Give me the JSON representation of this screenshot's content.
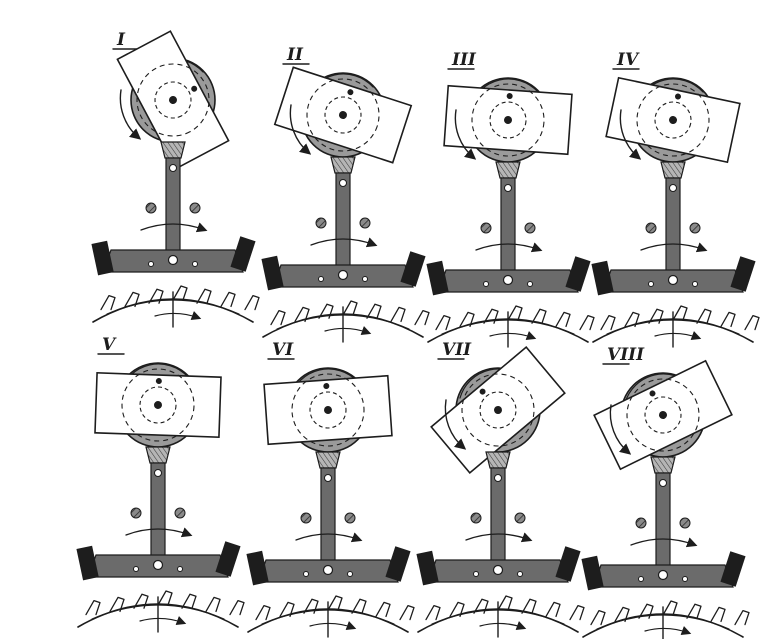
{
  "figure": {
    "panels": [
      {
        "label": "I",
        "card_angle": 62,
        "rotation_arrow": "left"
      },
      {
        "label": "II",
        "card_angle": 18,
        "rotation_arrow": "left"
      },
      {
        "label": "III",
        "card_angle": 4,
        "rotation_arrow": "left"
      },
      {
        "label": "IV",
        "card_angle": 12,
        "rotation_arrow": "left"
      },
      {
        "label": "V",
        "card_angle": 2,
        "rotation_arrow": "none"
      },
      {
        "label": "VI",
        "card_angle": -4,
        "rotation_arrow": "none"
      },
      {
        "label": "VII",
        "card_angle": -40,
        "rotation_arrow": "left"
      },
      {
        "label": "VIII",
        "card_angle": -26,
        "rotation_arrow": "left"
      }
    ],
    "colors": {
      "ink": "#1d1d1d",
      "lever_fill": "#6b6b6b",
      "balance_fill": "#9a9a9a",
      "card_fill": "#ffffff",
      "paper": "#ffffff"
    }
  }
}
